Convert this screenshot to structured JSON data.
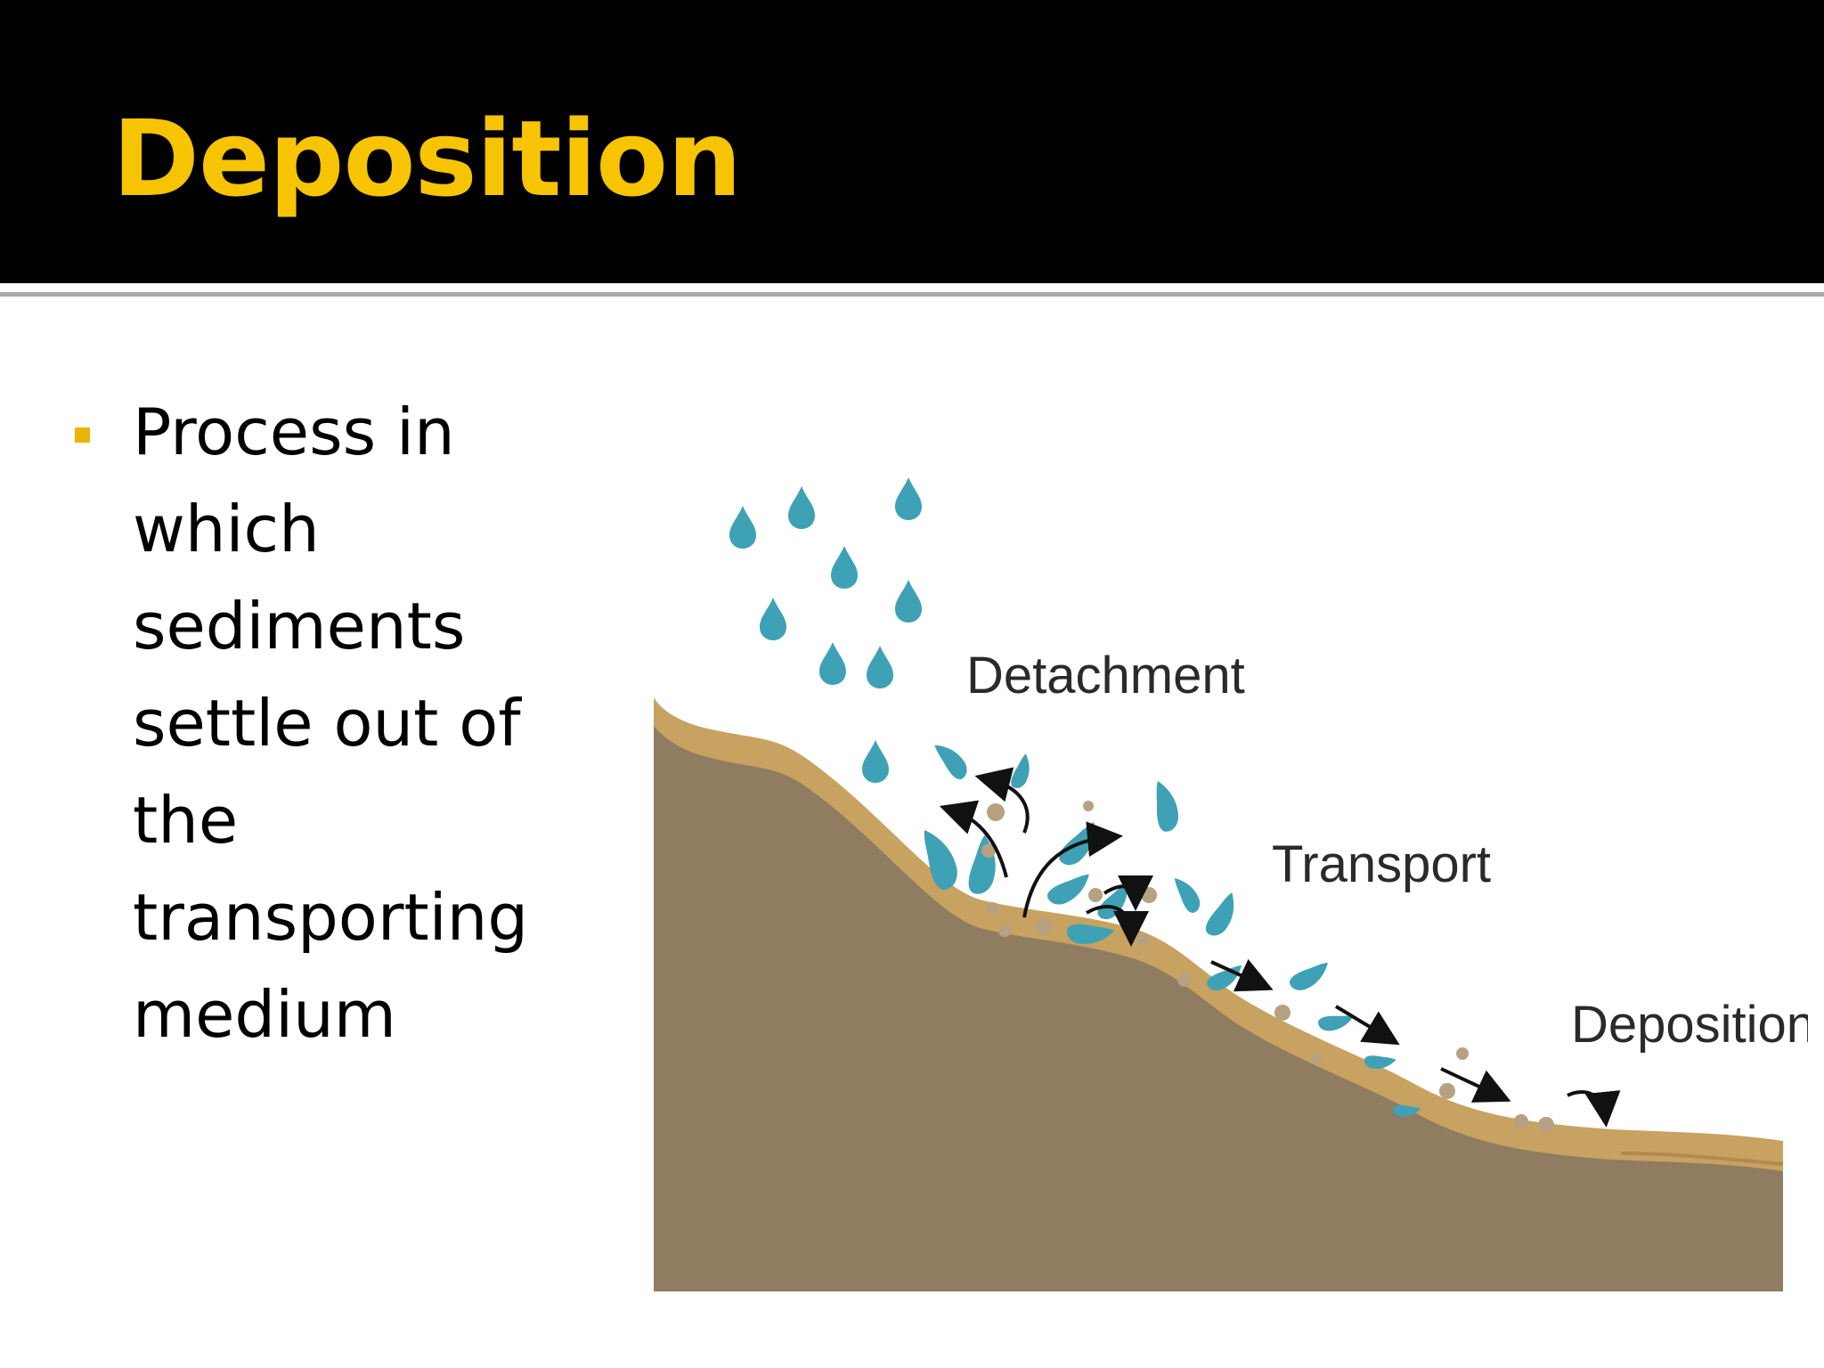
{
  "slide": {
    "title": "Deposition",
    "bullets": [
      "Process in which sediments settle out of the transporting medium"
    ]
  },
  "diagram": {
    "labels": {
      "detachment": "Detachment",
      "transport": "Transport",
      "deposition": "Deposition"
    }
  },
  "colors": {
    "header_background": "#000000",
    "title": "#f7c404",
    "bullet_marker": "#e9b307",
    "soil": "#8f7c61",
    "topsoil": "#c7a260",
    "water": "#3fa1b6",
    "sediment": "#b7a183"
  }
}
